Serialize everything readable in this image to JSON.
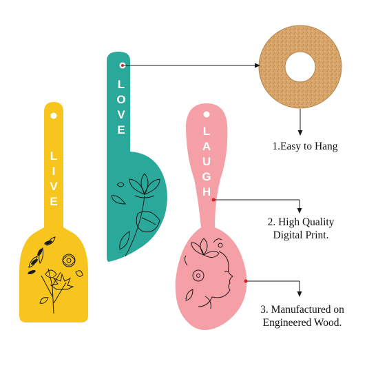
{
  "colors": {
    "yellow": "#F7C51E",
    "teal": "#2AA899",
    "pink": "#F5A0A6",
    "cork": "#D8A66A",
    "line": "#1a1a1a",
    "dot": "#cc2222"
  },
  "utensils": {
    "live": {
      "word": [
        "L",
        "I",
        "V",
        "E"
      ]
    },
    "love": {
      "word": [
        "L",
        "O",
        "V",
        "E"
      ]
    },
    "laugh": {
      "word": [
        "L",
        "A",
        "U",
        "G",
        "H"
      ]
    }
  },
  "callouts": {
    "hang": "1.Easy to Hang",
    "print_line1": "2. High Quality",
    "print_line2": "Digital Print.",
    "wood_line1": "3. Manufactured on",
    "wood_line2": "Engineered Wood."
  }
}
